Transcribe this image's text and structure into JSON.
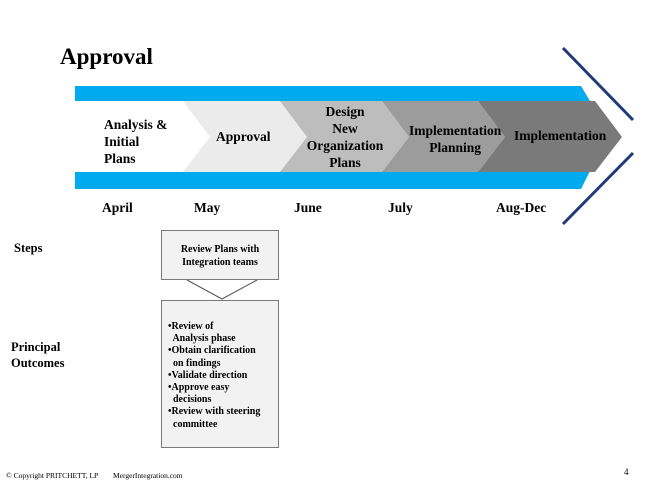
{
  "title": "Approval",
  "phases": [
    {
      "lines": [
        "Analysis &",
        "Initial",
        "Plans"
      ]
    },
    {
      "lines": [
        "Approval"
      ]
    },
    {
      "lines": [
        "Design",
        "New",
        "Organization",
        "Plans"
      ]
    },
    {
      "lines": [
        "Implementation",
        "Planning"
      ]
    },
    {
      "lines": [
        "Implementation"
      ]
    }
  ],
  "months": [
    "April",
    "May",
    "June",
    "July",
    "Aug-Dec"
  ],
  "rows": {
    "steps": "Steps",
    "outcomes": [
      "Principal",
      "Outcomes"
    ]
  },
  "steps_box": [
    "Review Plans with",
    "Integration teams"
  ],
  "outcomes_box": [
    "•Review of",
    "  Analysis phase",
    "•Obtain clarification",
    "  on findings",
    "•Validate direction",
    "•Approve easy",
    "  decisions",
    "•Review with steering",
    "  committee"
  ],
  "footer": {
    "copyright": "© Copyright PRITCHETT, LP",
    "site": "MergerIntegration.com",
    "page": "4"
  },
  "colors": {
    "band": "#00aaee",
    "chevrons": [
      "#ffffff",
      "#ebebeb",
      "#bdbdbd",
      "#9c9c9c",
      "#7a7a7a"
    ],
    "bracket": "#1f3a78"
  }
}
